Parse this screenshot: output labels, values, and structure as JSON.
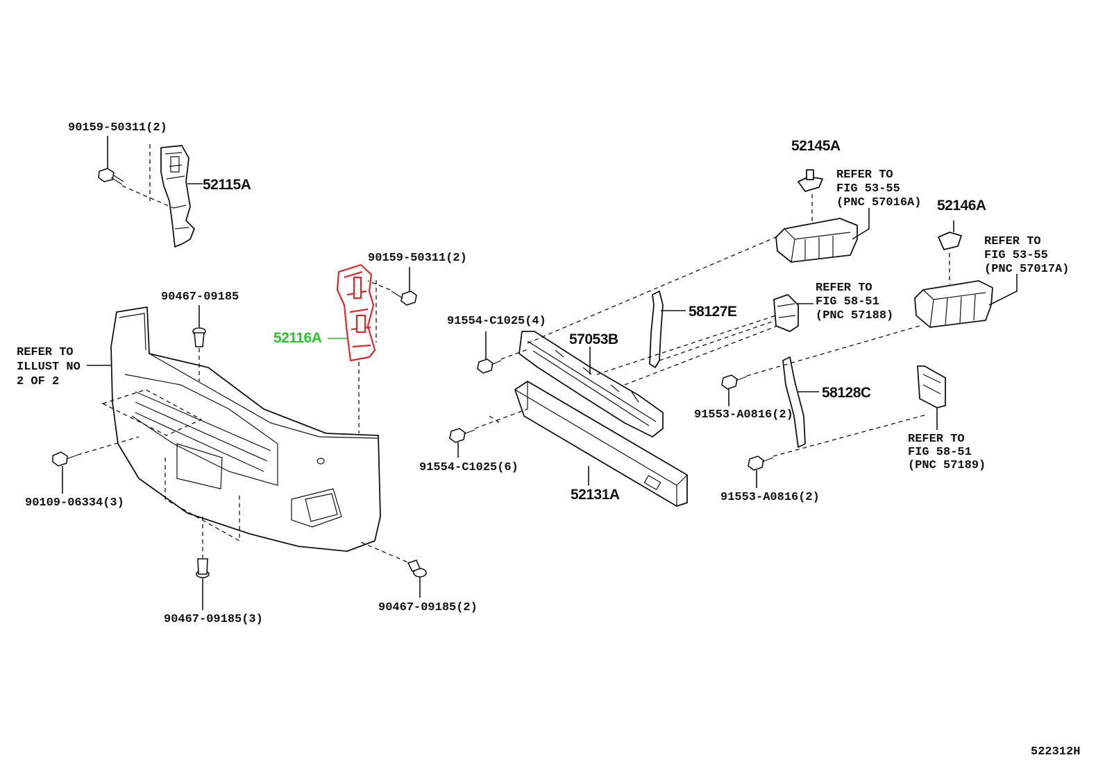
{
  "labels": {
    "bolt_52115": "90159-50311(2)",
    "pnc_52115": "52115A",
    "clip_top": "90467-09185",
    "refer_illust_1": "REFER TO",
    "refer_illust_2": "ILLUST NO",
    "refer_illust_3": "2 OF 2",
    "bolt_left": "90109-06334(3)",
    "clip_bottom": "90467-09185(3)",
    "bolt_52116": "90159-50311(2)",
    "pnc_52116": "52116A",
    "clip_right": "90467-09185(2)",
    "bolt_57053": "91554-C1025(4)",
    "pnc_57053": "57053B",
    "bolt_52131": "91554-C1025(6)",
    "pnc_52131": "52131A",
    "pnc_58127": "58127E",
    "pnc_52145": "52145A",
    "refer_57016_1": "REFER TO",
    "refer_57016_2": "FIG 53-55",
    "refer_57016_3": "(PNC 57016A)",
    "pnc_52146": "52146A",
    "refer_57017_1": "REFER TO",
    "refer_57017_2": "FIG 53-55",
    "refer_57017_3": "(PNC 57017A)",
    "refer_57188_1": "REFER TO",
    "refer_57188_2": "FIG 58-51",
    "refer_57188_3": "(PNC 57188)",
    "bolt_58128_top": "91553-A0816(2)",
    "pnc_58128": "58128C",
    "refer_57189_1": "REFER TO",
    "refer_57189_2": "FIG 58-51",
    "refer_57189_3": "(PNC 57189)",
    "bolt_58128_bottom": "91553-A0816(2)",
    "figure_code": "522312H"
  },
  "colors": {
    "highlight_part": "#ee2222",
    "highlight_label": "#22cc22",
    "line": "#111111",
    "background": "#ffffff"
  }
}
